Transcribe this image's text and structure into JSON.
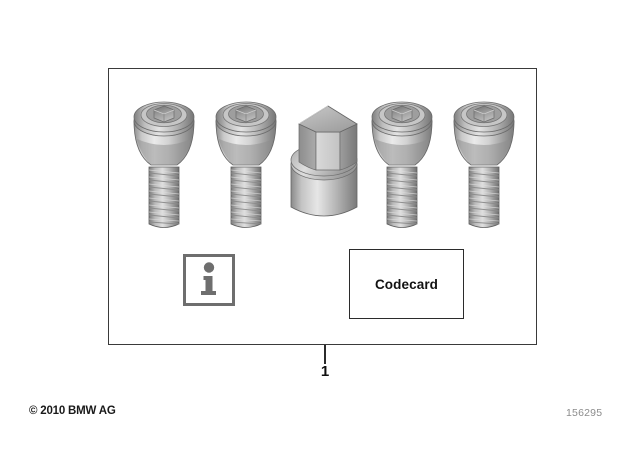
{
  "document": {
    "type": "parts-diagram",
    "copyright": "© 2010 BMW AG",
    "diagram_id": "156295"
  },
  "frame": {
    "callout": {
      "number": "1",
      "leader": "leader-line"
    }
  },
  "parts": [
    {
      "id": "bolt-1",
      "name": "wheel-bolt",
      "label": "Wheel lock bolt"
    },
    {
      "id": "bolt-2",
      "name": "wheel-bolt",
      "label": "Wheel lock bolt"
    },
    {
      "id": "hex-key",
      "name": "lock-adapter",
      "label": "Wheel lock key adapter"
    },
    {
      "id": "bolt-3",
      "name": "wheel-bolt",
      "label": "Wheel lock bolt"
    },
    {
      "id": "bolt-4",
      "name": "wheel-bolt",
      "label": "Wheel lock bolt"
    }
  ],
  "info_box": {
    "icon": "info-icon",
    "glyph": "i"
  },
  "codecard": {
    "label": "Codecard"
  },
  "colors": {
    "frame_border": "#3a3a3a",
    "codecard_border": "#2b2b2b",
    "info_border": "#6e6e6e",
    "info_glyph": "#6e6e6e",
    "metal_light": "#e2e2e2",
    "metal_mid": "#b4b4b4",
    "metal_dark": "#7d7d7d",
    "metal_shadow": "#636363",
    "diagram_id_color": "#8c8c8c",
    "text": "#121212"
  }
}
